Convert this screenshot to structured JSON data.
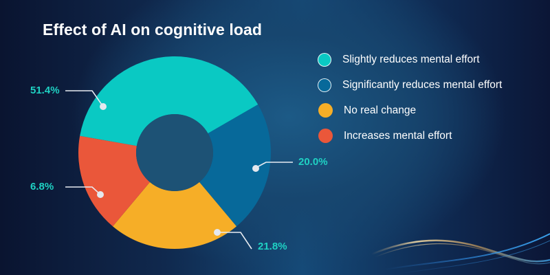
{
  "title": "Effect of AI on cognitive load",
  "colors": {
    "teal": "#0ac9c3",
    "blue": "#07699a",
    "yellow": "#f6ae27",
    "red": "#ea573a",
    "hole": "#1d5275",
    "label": "#1fd1c3"
  },
  "legend": [
    {
      "label": "Slightly reduces mental effort",
      "color": "#0ac9c3"
    },
    {
      "label": "Significantly reduces mental effort",
      "color": "#07699a"
    },
    {
      "label": "No real change",
      "color": "#f6ae27"
    },
    {
      "label": "Increases mental effort",
      "color": "#ea573a"
    }
  ],
  "labels": {
    "slightly": "51.4%",
    "significantly": "20.0%",
    "no_change": "21.8%",
    "increases": "6.8%"
  },
  "chart_data": {
    "type": "pie",
    "variant": "donut",
    "title": "Effect of AI on cognitive load",
    "categories": [
      "Slightly reduces mental effort",
      "Significantly reduces mental effort",
      "No real change",
      "Increases mental effort"
    ],
    "values": [
      51.4,
      20.0,
      21.8,
      6.8
    ],
    "unit": "%",
    "colors": [
      "#0ac9c3",
      "#07699a",
      "#f6ae27",
      "#ea573a"
    ],
    "legend_position": "right",
    "data_labels": [
      "51.4%",
      "20.0%",
      "21.8%",
      "6.8%"
    ]
  }
}
